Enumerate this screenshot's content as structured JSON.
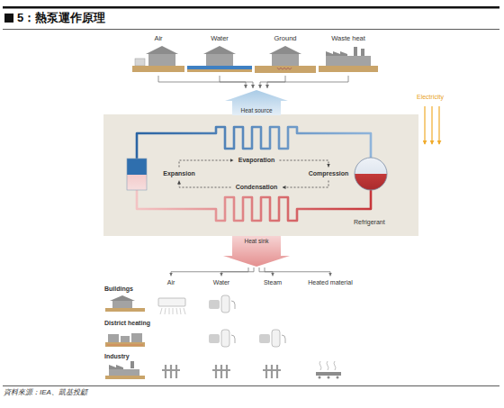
{
  "diagram": {
    "title": "5：熱泵運作原理",
    "caption": "資料來源：IEA、凱基投顧",
    "nodes": [
      {
        "text": [
          "Air"
        ]
      },
      {
        "text": [
          "Water"
        ]
      },
      {
        "text": [
          "Ground"
        ]
      },
      {
        "text": [
          "Waste heat"
        ]
      },
      {
        "text": [
          "Heat source"
        ]
      },
      {
        "text": [
          "Evaporation"
        ]
      },
      {
        "text": [
          "Expansion"
        ]
      },
      {
        "text": [
          "Compression"
        ]
      },
      {
        "text": [
          "Condensation"
        ]
      },
      {
        "text": [
          "Heat sink"
        ]
      },
      {
        "text": [
          "Air"
        ]
      },
      {
        "text": [
          "Water"
        ]
      },
      {
        "text": [
          "Steam"
        ]
      },
      {
        "text": [
          "Heated material"
        ]
      }
    ],
    "edges": [
      {
        "from": 0,
        "to": 4,
        "arrow": "to"
      },
      {
        "from": 1,
        "to": 4,
        "arrow": "to"
      },
      {
        "from": 2,
        "to": 4,
        "arrow": "to"
      },
      {
        "from": 3,
        "to": 4,
        "arrow": "to"
      },
      {
        "from": 5,
        "to": 7,
        "arrow": "to"
      },
      {
        "from": 7,
        "to": 8,
        "arrow": "to"
      },
      {
        "from": 8,
        "to": 6,
        "arrow": "to"
      },
      {
        "from": 6,
        "to": 5,
        "arrow": "to"
      },
      {
        "from": 9,
        "to": 10,
        "arrow": "to"
      },
      {
        "from": 9,
        "to": 11,
        "arrow": "to"
      },
      {
        "from": 9,
        "to": 12,
        "arrow": "to"
      },
      {
        "from": 9,
        "to": 13,
        "arrow": "to"
      }
    ],
    "labels": [
      "Electricity",
      "Buildings",
      "District heating",
      "Industry"
    ],
    "legend": [
      {
        "text": "Refrigerant"
      }
    ]
  }
}
